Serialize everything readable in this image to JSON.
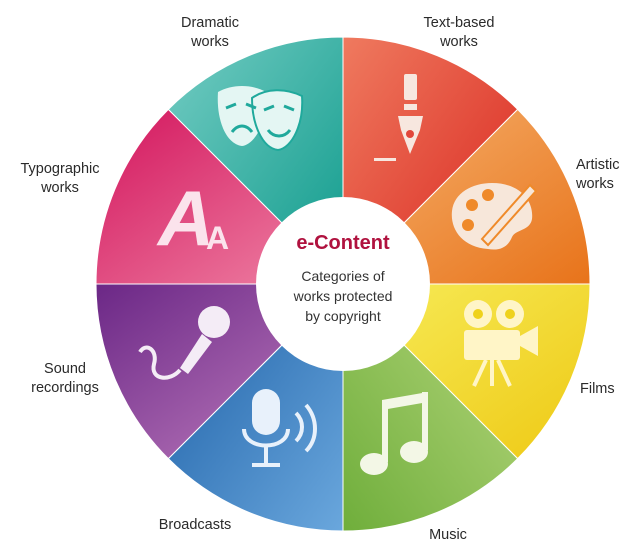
{
  "center": {
    "title": "e-Content",
    "subtitle": "Categories of\nworks protected\nby copyright"
  },
  "categories": [
    {
      "label": "Text-based\nworks",
      "icon": "fountain-pen-icon",
      "color": "#e2463a"
    },
    {
      "label": "Artistic\nworks",
      "icon": "palette-icon",
      "color": "#ef8a2a"
    },
    {
      "label": "Films",
      "icon": "film-camera-icon",
      "color": "#efd21c"
    },
    {
      "label": "Music",
      "icon": "music-note-icon",
      "color": "#8dc04e"
    },
    {
      "label": "Broadcasts",
      "icon": "microphone-broadcast-icon",
      "color": "#2f79c0"
    },
    {
      "label": "Sound\nrecordings",
      "icon": "hand-microphone-icon",
      "color": "#7e3b93"
    },
    {
      "label": "Typographic\nworks",
      "icon": "font-letters-icon",
      "color": "#de2f6e"
    },
    {
      "label": "Dramatic\nworks",
      "icon": "theatre-masks-icon",
      "color": "#20a99c"
    }
  ]
}
